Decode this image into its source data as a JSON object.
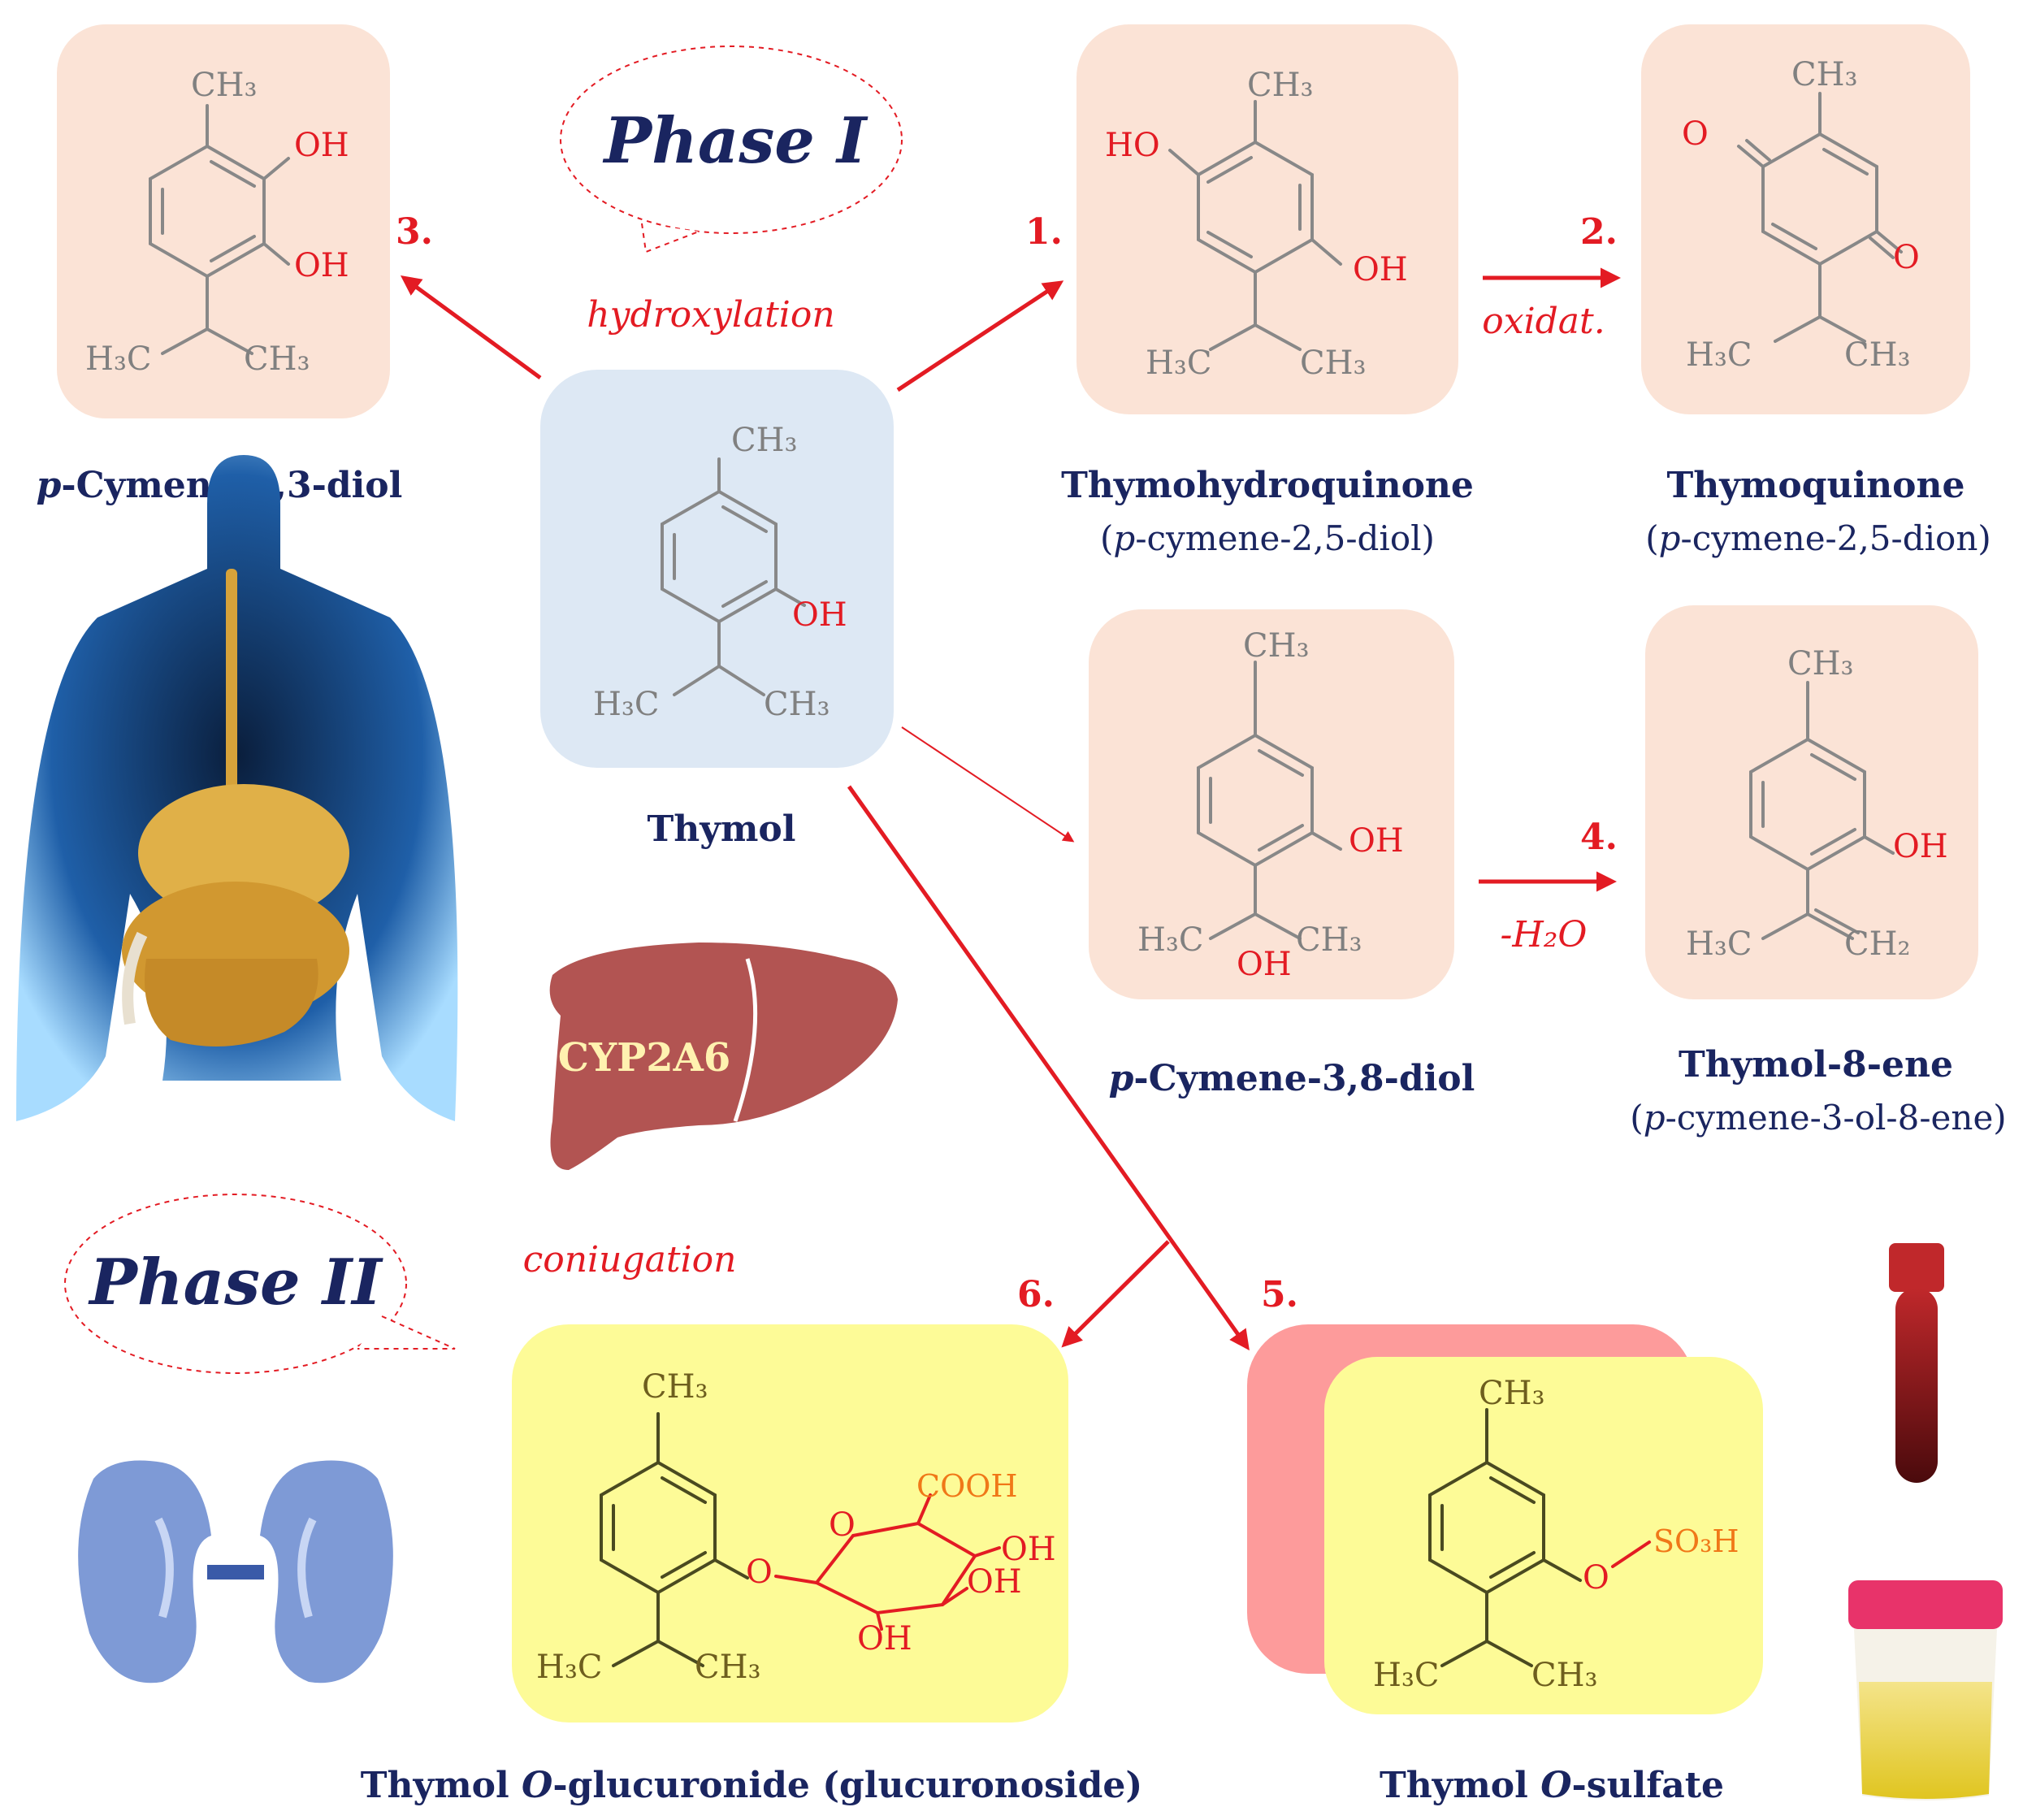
{
  "phases": {
    "phase1": "Phase I",
    "phase2": "Phase II"
  },
  "reactions": {
    "hydroxylation": "hydroxylation",
    "oxidation": "oxidat.",
    "dehydration": "-H₂O",
    "conjugation": "coniugation"
  },
  "steps": {
    "s1": "1.",
    "s2": "2.",
    "s3": "3.",
    "s4": "4.",
    "s5": "5.",
    "s6": "6."
  },
  "enzyme": "CYP2A6",
  "compounds": {
    "thymol": {
      "name": "Thymol"
    },
    "cymene23": {
      "prefix": "p",
      "name": "-Cymene-2,3-diol"
    },
    "thymohydroquinone": {
      "name": "Thymohydroquinone",
      "sub_open": "(",
      "sub_p": "p",
      "sub_rest": "-cymene-2,5-diol)"
    },
    "thymoquinone": {
      "name": "Thymoquinone",
      "sub_open": "(",
      "sub_p": "p",
      "sub_rest": "-cymene-2,5-dion)"
    },
    "cymene38": {
      "prefix": "p",
      "name": "-Cymene-3,8-diol"
    },
    "thymol8ene": {
      "name": "Thymol-8-ene",
      "sub_open": "(",
      "sub_p": "p",
      "sub_rest": "-cymene-3-ol-8-ene)"
    },
    "glucuronide": {
      "pre": "Thymol ",
      "o": "O",
      "post": "-glucuronide (glucuronoside)"
    },
    "sulfate": {
      "pre": "Thymol ",
      "o": "O",
      "post": "-sulfate"
    }
  },
  "atoms": {
    "ch3": "CH₃",
    "oh": "OH",
    "ho": "HO",
    "h3c": "H₃C",
    "o": "O",
    "ch2": "CH₂",
    "cooh": "COOH",
    "so3h": "SO₃H"
  },
  "colors": {
    "navy": "#1a2560",
    "red": "#e31b23",
    "peach_box": "#fbe3d6",
    "blue_box": "#dde8f4",
    "yellow_box": "#fdfb97",
    "pink_box": "#fd9b9b",
    "liver": "#b25452"
  }
}
